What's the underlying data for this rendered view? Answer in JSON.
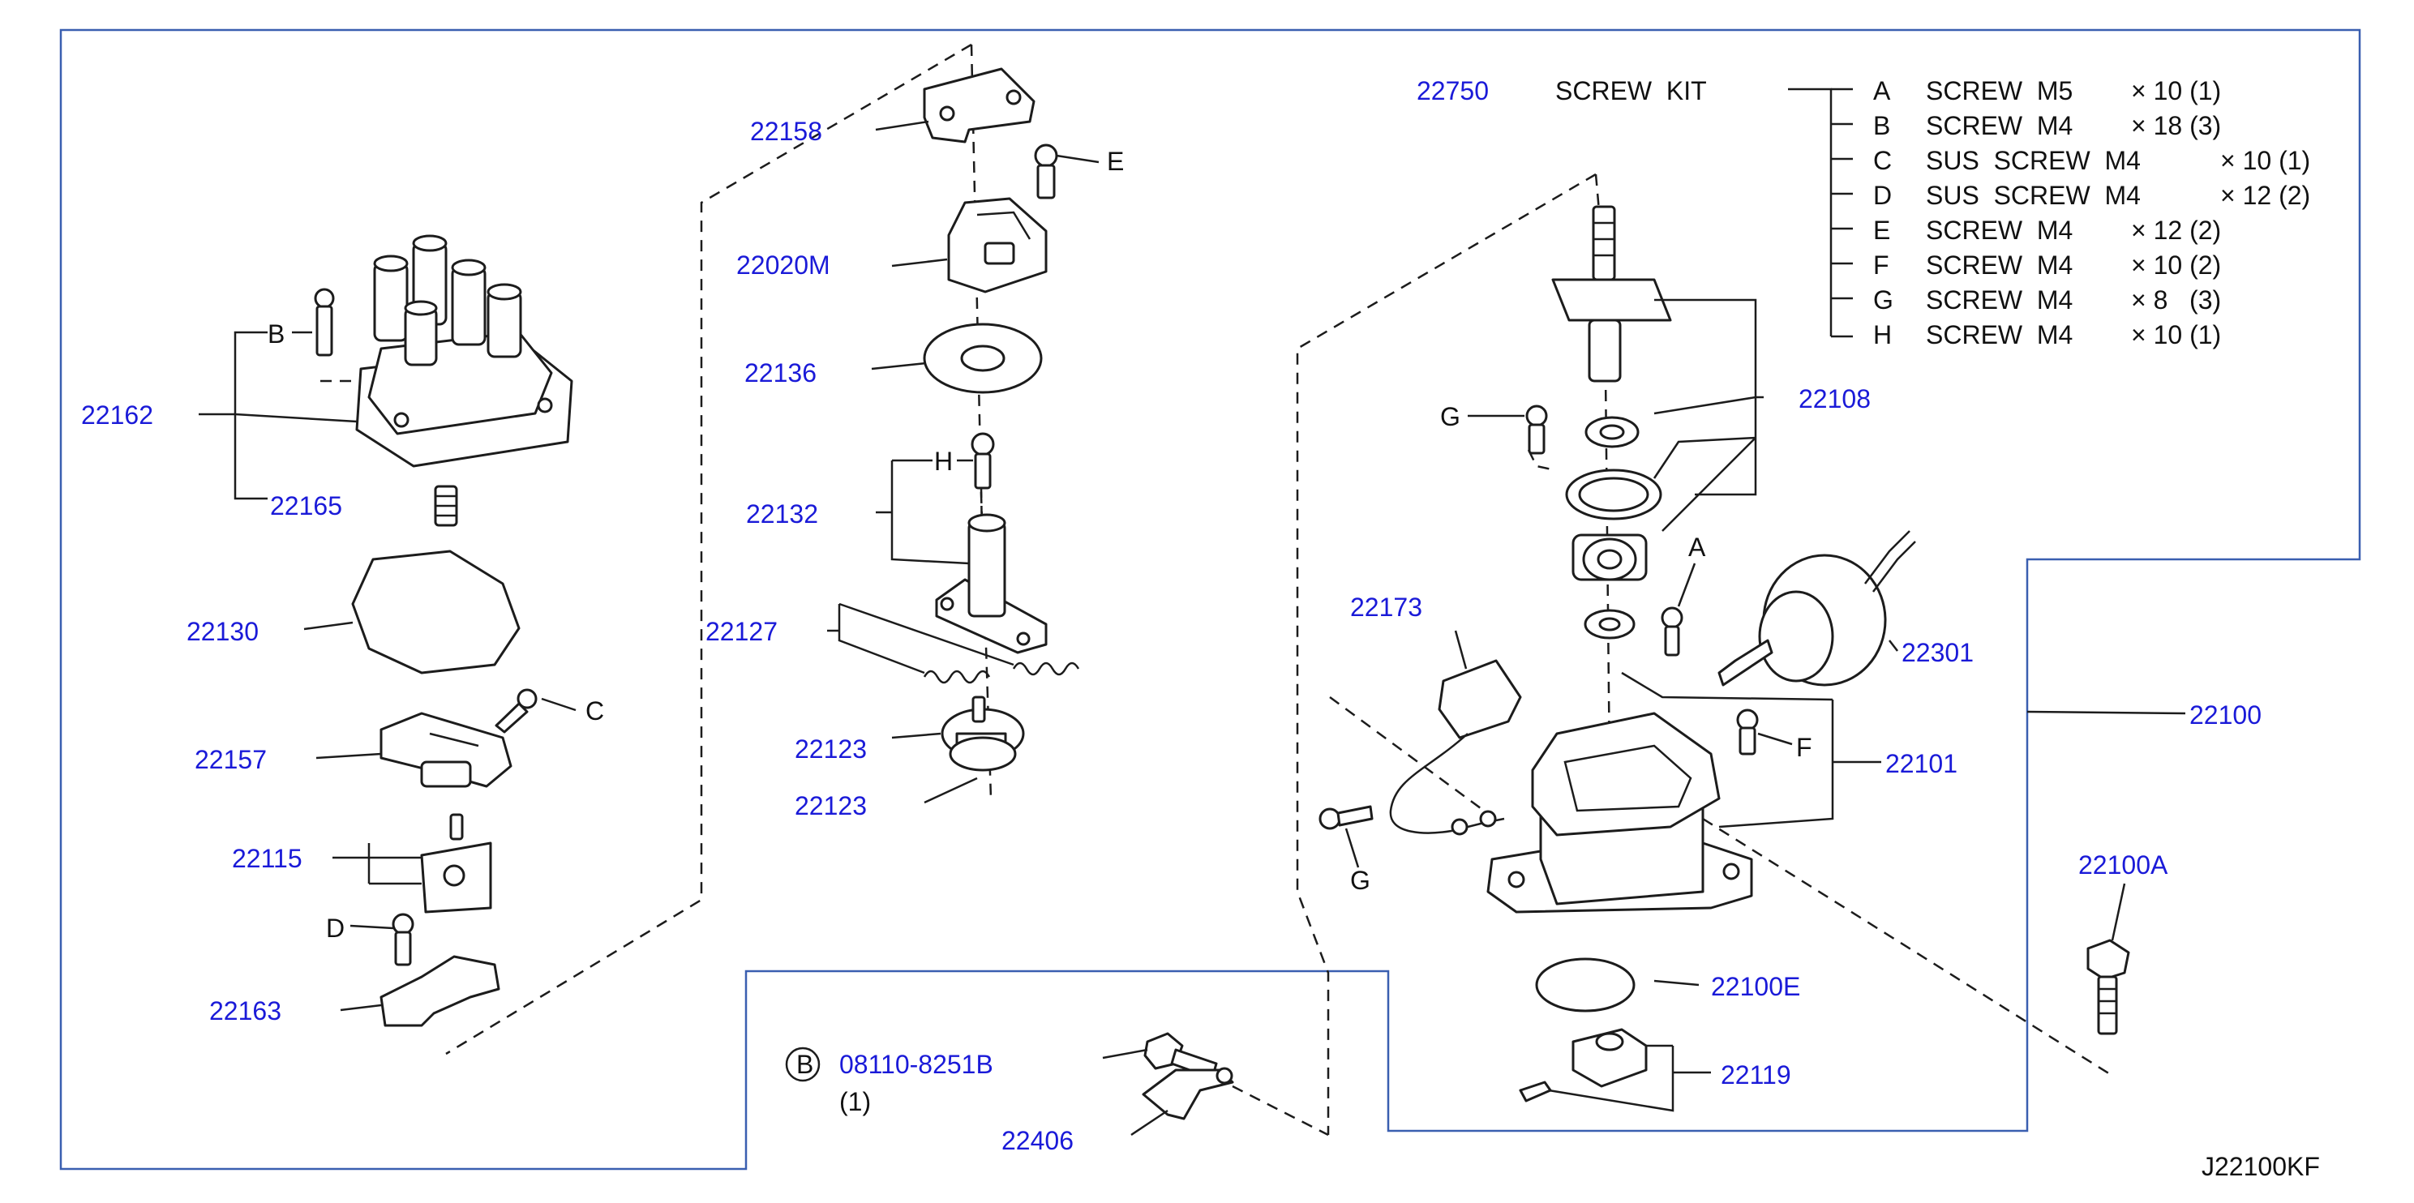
{
  "diagram": {
    "code": "J22100KF",
    "colors": {
      "part_number": "#1a1ad8",
      "line": "#1c1c1c",
      "frame": "#3a5fb0"
    },
    "part_numbers": {
      "p22158": "22158",
      "p22020M": "22020M",
      "p22136": "22136",
      "p22132": "22132",
      "p22127": "22127",
      "p22123a": "22123",
      "p22123b": "22123",
      "p22162": "22162",
      "p22165": "22165",
      "p22130": "22130",
      "p22157": "22157",
      "p22115": "22115",
      "p22163": "22163",
      "p22750": "22750",
      "p22108": "22108",
      "p22173": "22173",
      "p22301": "22301",
      "p22101": "22101",
      "p22100": "22100",
      "p22100A": "22100A",
      "p22100E": "22100E",
      "p22119": "22119",
      "p22406": "22406",
      "p08110": "08110-8251B"
    },
    "letters": {
      "E": "E",
      "B": "B",
      "H": "H",
      "C": "C",
      "D": "D",
      "G1": "G",
      "A": "A",
      "F": "F",
      "G2": "G"
    },
    "screw_kit": {
      "title": "SCREW  KIT",
      "items": [
        {
          "letter": "A",
          "desc": "SCREW  M5",
          "size": "× 10 (1)"
        },
        {
          "letter": "B",
          "desc": "SCREW  M4",
          "size": "× 18 (3)"
        },
        {
          "letter": "C",
          "desc": "SUS  SCREW  M4",
          "size": "× 10 (1)"
        },
        {
          "letter": "D",
          "desc": "SUS  SCREW  M4",
          "size": "× 12 (2)"
        },
        {
          "letter": "E",
          "desc": "SCREW  M4",
          "size": "× 12 (2)"
        },
        {
          "letter": "F",
          "desc": "SCREW  M4",
          "size": "× 10 (2)"
        },
        {
          "letter": "G",
          "desc": "SCREW  M4",
          "size": "× 8   (3)"
        },
        {
          "letter": "H",
          "desc": "SCREW  M4",
          "size": "× 10 (1)"
        }
      ]
    },
    "bolt_callout": {
      "symbol": "B",
      "qty": "(1)"
    }
  }
}
